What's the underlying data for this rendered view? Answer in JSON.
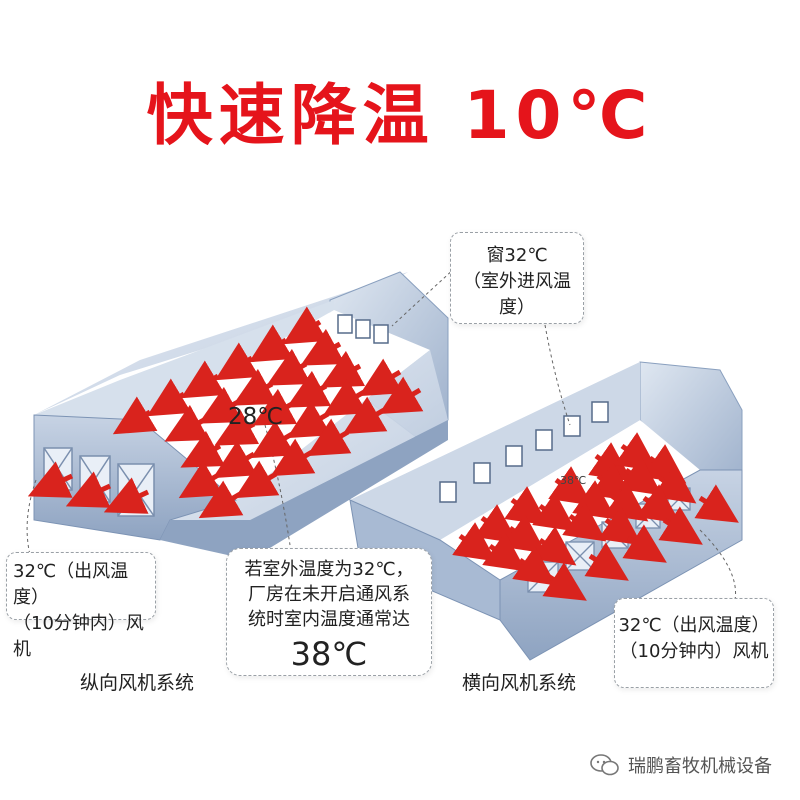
{
  "title": "快速降温 10℃",
  "callouts": {
    "window_inlet": {
      "line1": "窗32℃",
      "line2": "（室外进风温度）"
    },
    "left_outlet": {
      "line1": "32℃（出风温度）",
      "line2": "（10分钟内）风机"
    },
    "right_outlet": {
      "line1": "32℃（出风温度）",
      "line2": "（10分钟内）风机"
    },
    "center_note": {
      "line1": "若室外温度为32℃，",
      "line2": "厂房在未开启通风系",
      "line3": "统时室内温度通常达",
      "big": "38℃"
    }
  },
  "inside_temps": {
    "left": "28℃",
    "right": "38℃"
  },
  "captions": {
    "left": "纵向风机系统",
    "right": "横向风机系统"
  },
  "watermark": "瑞鹏畜牧机械设备",
  "colors": {
    "title": "#e5141b",
    "arrow": "#d9231d",
    "building_blue": "#9fb3cf",
    "floor": "#ffffff"
  },
  "icons": {
    "watermark_icon": "wechat-icon"
  }
}
